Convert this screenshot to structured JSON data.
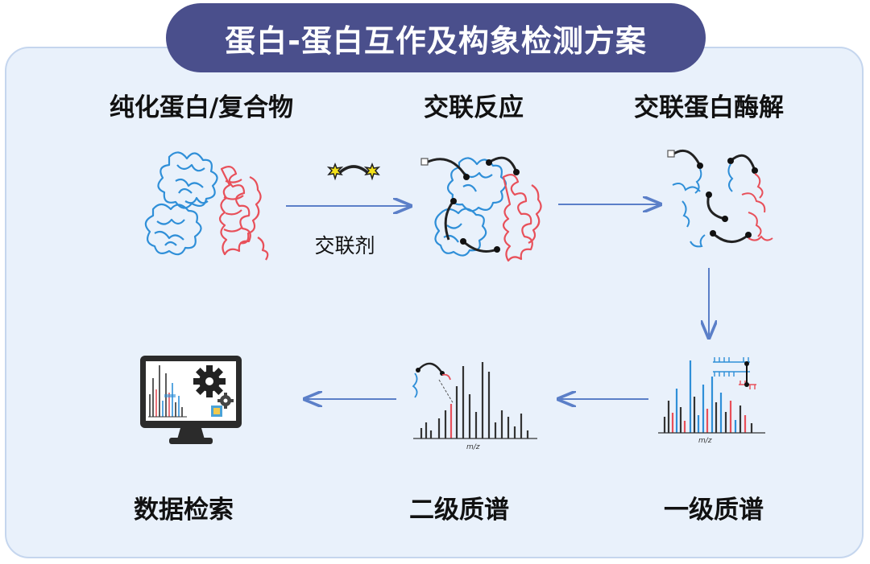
{
  "title": "蛋白-蛋白互作及构象检测方案",
  "steps": {
    "purify": "纯化蛋白/复合物",
    "crosslink": "交联反应",
    "digest": "交联蛋白酶解",
    "ms1": "一级质谱",
    "ms2": "二级质谱",
    "search": "数据检索"
  },
  "crosslinker_label": "交联剂",
  "axis_label": "m/z",
  "colors": {
    "title_bg": "#4a4f8c",
    "panel_bg": "#e9f1fb",
    "arrow": "#5b7fc8",
    "protein_blue": "#2f8fd8",
    "protein_red": "#e8505a"
  }
}
